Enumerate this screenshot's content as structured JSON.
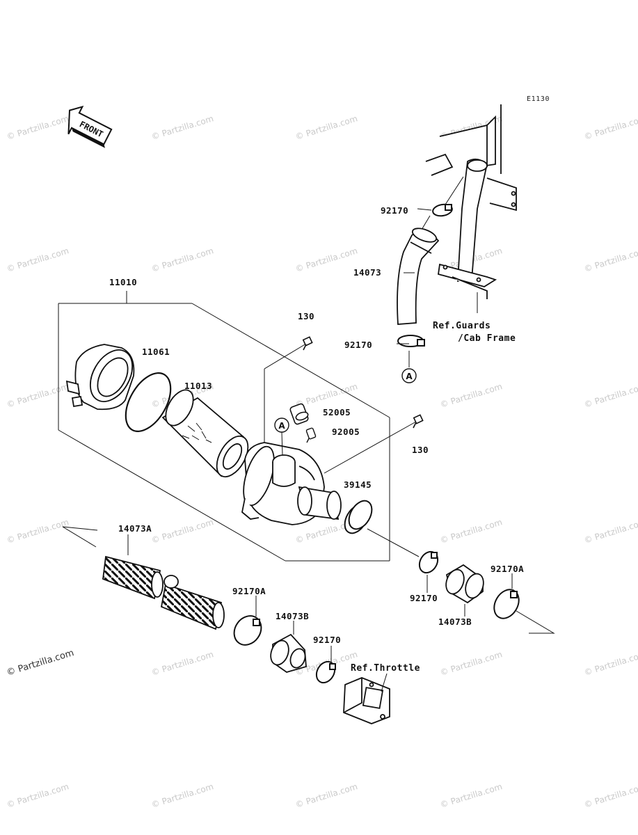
{
  "diagram": {
    "code": "E1130",
    "front_label": "FRONT",
    "parts": {
      "p11010": "11010",
      "p11061": "11061",
      "p11013": "11013",
      "p130_top": "130",
      "p52005": "52005",
      "p92005": "92005",
      "p130_right": "130",
      "p39145": "39145",
      "p92170_upper": "92170",
      "p14073": "14073",
      "p92170_mid": "92170",
      "p14073A": "14073A",
      "p92170A_left": "92170A",
      "p14073B_left": "14073B",
      "p92170_low": "92170",
      "p92170_right": "92170",
      "p14073B_right": "14073B",
      "p92170A_right": "92170A"
    },
    "refs": {
      "guards_line1": "Ref.Guards",
      "guards_line2": "/Cab Frame",
      "throttle": "Ref.Throttle"
    },
    "markers": {
      "a_top": "A",
      "a_body": "A"
    }
  },
  "watermark": {
    "text": "© Partzilla.com"
  }
}
